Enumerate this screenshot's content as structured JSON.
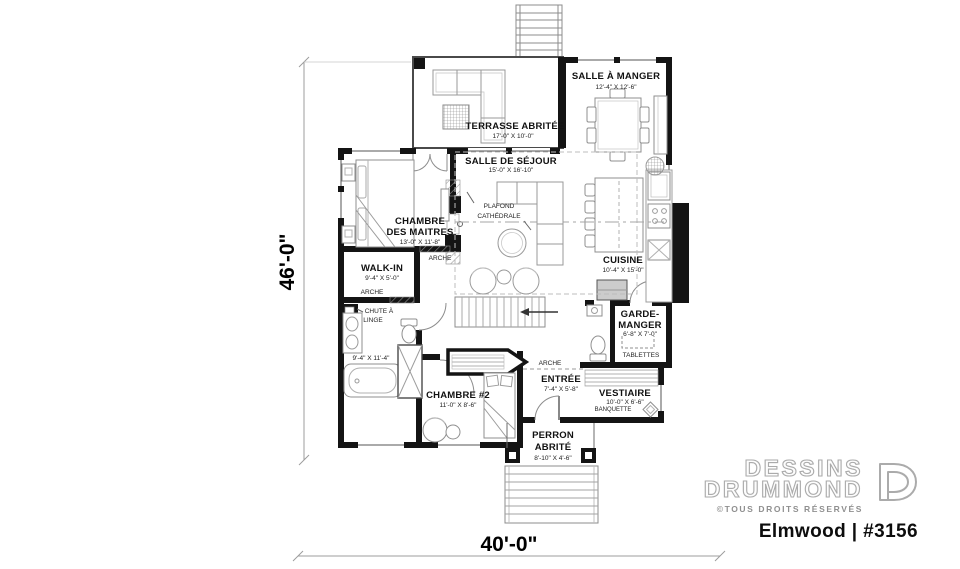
{
  "footer": {
    "brand_line1": "DESSINS",
    "brand_line2": "DRUMMOND",
    "copyright": "©TOUS DROITS RÉSERVÉS",
    "plan_title": "Elmwood | #3156"
  },
  "dimensions": {
    "overall_width": "40'-0\"",
    "overall_height": "46'-0\""
  },
  "rooms": {
    "salle_a_manger": {
      "name": "SALLE À MANGER",
      "size": "12'-4\" X 12'-6\""
    },
    "terrasse": {
      "name": "TERRASSE ABRITÉE",
      "size": "17'-0\" X 10'-0\""
    },
    "sejour": {
      "name": "SALLE DE SÉJOUR",
      "size": "15'-0\" X 16'-10\""
    },
    "chambre_maitres": {
      "name_line1": "CHAMBRE",
      "name_line2": "DES MAITRES",
      "size": "13'-0\" X 11'-8\""
    },
    "walkin": {
      "name": "WALK-IN",
      "size": "9'-4\" X 5'-0\""
    },
    "salle_de_bain": {
      "size": "9'-4\" X 11'-4\""
    },
    "cuisine": {
      "name": "CUISINE",
      "size": "10'-4\" X 15'-0\""
    },
    "garde_manger": {
      "name_line1": "GARDE-",
      "name_line2": "MANGER",
      "size": "6'-8\" X 7'-0\""
    },
    "chambre2": {
      "name": "CHAMBRE #2",
      "size": "11'-0\" X 8'-6\""
    },
    "entree": {
      "name": "ENTRÉE",
      "size": "7'-4\" X 5'-8\""
    },
    "vestiaire": {
      "name": "VESTIAIRE",
      "size": "10'-0\" X 6'-6\""
    },
    "perron": {
      "name_line1": "PERRON",
      "name_line2": "ABRITÉ",
      "size": "8'-10\" X 4'-6\""
    }
  },
  "annotations": {
    "plafond_line1": "PLAFOND",
    "plafond_line2": "CATHÉDRALE",
    "arche": "ARCHE",
    "chute_line1": "CHUTE À",
    "chute_line2": "LINGE",
    "tablettes": "TABLETTES",
    "banquette": "BANQUETTE"
  },
  "colors": {
    "wall": "#141414",
    "furniture": "#8f8f8f",
    "brand_gray": "#ababab"
  }
}
